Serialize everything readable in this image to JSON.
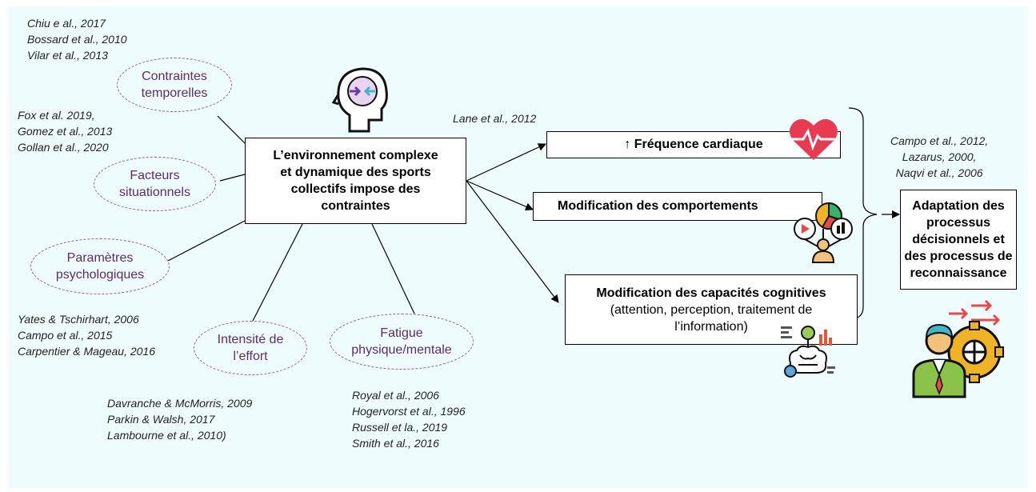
{
  "center": {
    "text": "L’environnement complexe\net dynamique des sports\ncollectifs impose des\ncontraintes"
  },
  "factors": [
    {
      "label": "Contraintes\ntemporelles"
    },
    {
      "label": "Facteurs\nsituationnels"
    },
    {
      "label": "Paramètres\npsychologiques"
    },
    {
      "label": "Intensité de\nl’effort"
    },
    {
      "label": "Fatigue\nphysique/mentale"
    }
  ],
  "references": {
    "temporal": "Chiu e al., 2017\nBossard et al., 2010\nVilar et al., 2013",
    "situational": "Fox et al. 2019,\nGomez et al., 2013\nGollan et al., 2020",
    "psychological": "Yates & Tschirhart, 2006\nCampo et al., 2015\nCarpentier & Mageau, 2016",
    "effort": "Davranche & McMorris, 2009\nParkin & Walsh, 2017\nLambourne et al., 2010)",
    "fatigue": "Royal et al., 2006\nHogervorst et al., 1996\nRussell et la., 2019\nSmith et al., 2016",
    "cardiac": "Lane et al., 2012",
    "adaptation": "Campo et al., 2012,\nLazarus, 2000,\nNaqvi et al., 2006"
  },
  "effects": [
    {
      "text": "↑ Fréquence cardiaque"
    },
    {
      "text": "Modification des comportements"
    },
    {
      "title": "Modification des capacités cognitives",
      "detail": "(attention, perception, traitement de\nl’information)"
    }
  ],
  "outcome": {
    "text": "Adaptation des\nprocessus\ndécisionnels et\ndes processus de\nreconnaissance"
  },
  "icons": [
    "head-arrows-icon",
    "heart-pulse-icon",
    "behavior-chart-icon",
    "brain-network-icon",
    "person-gear-icon"
  ],
  "colors": {
    "background": "#effcfd",
    "ellipse_border": "#8a5fa0",
    "ellipse_text": "#5b2a70",
    "heart": "#e83a50"
  }
}
